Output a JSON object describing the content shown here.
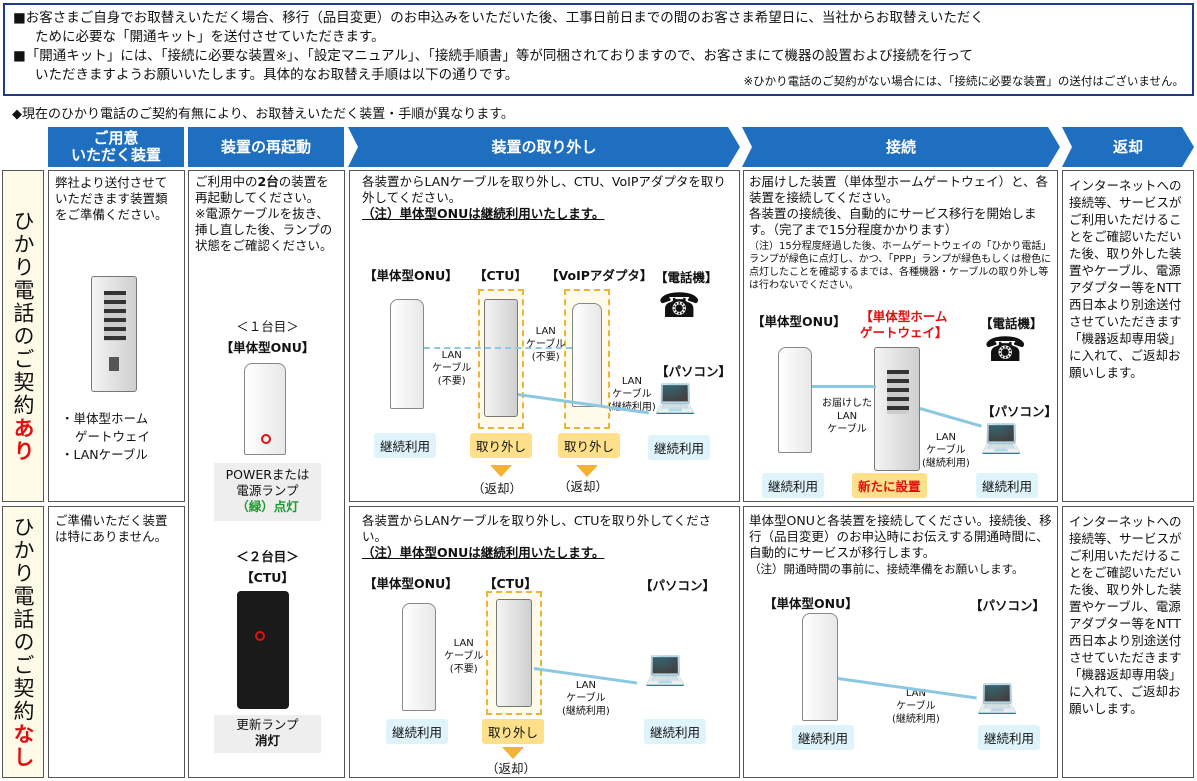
{
  "notice": {
    "line1a": "■お客さまご自身でお取替えいただく場合、移行（品目変更）のお申込みをいただいた後、工事日前日までの間のお客さま希望日に、当社からお取替えいただく",
    "line1b": "ために必要な「開通キット」を送付させていただきます。",
    "line2a": "■「開通キット」には、「接続に必要な装置※」、「設定マニュアル」、「接続手順書」等が同梱されておりますので、お客さまにて機器の設置および接続を行って",
    "line2b": "いただきますようお願いいたします。具体的なお取替え手順は以下の通りです。",
    "note": "※ひかり電話のご契約がない場合には、「接続に必要な装置」の送付はございません。"
  },
  "intro": "◆現在のひかり電話のご契約有無により、お取替えいただく装置・手順が異なります。",
  "headers": {
    "prepare": "ご用意\nいただく装置",
    "restart": "装置の再起動",
    "remove": "装置の取り外し",
    "connect": "接続",
    "return": "返却"
  },
  "rows": {
    "with": {
      "label_a": "ひかり電話のご契約",
      "label_b": "あり"
    },
    "without": {
      "label_a": "ひかり電話のご契約",
      "label_b": "なし"
    }
  },
  "prepare_with": {
    "text": "弊社より送付させていただきます装置類をご準備ください。",
    "item1": "・単体型ホーム",
    "item1b": "ゲートウェイ",
    "item2": "・LANケーブル"
  },
  "prepare_without": {
    "text": "ご準備いただく装置は特にありません。"
  },
  "restart": {
    "text1": "ご利用中の",
    "text1b": "2台",
    "text1c": "の装置を再起動してください。",
    "text2": "※電源ケーブルを抜き、挿し直した後、ランプの状態をご確認ください。",
    "first_label": "＜１台目＞",
    "first_dev": "【単体型ONU】",
    "first_lamp1": "POWERまたは",
    "first_lamp2": "電源ランプ",
    "first_lamp3": "（緑）点灯",
    "second_label": "＜２台目＞",
    "second_dev": "【CTU】",
    "second_lamp1": "更新ランプ",
    "second_lamp2": "消灯"
  },
  "remove_with": {
    "text1": "各装置からLANケーブルを取り外し、CTU、VoIPアダプタを取り外してください。",
    "text2": "（注）単体型ONUは継続利用いたします。",
    "onu": "【単体型ONU】",
    "ctu": "【CTU】",
    "voip": "【VoIPアダプタ】",
    "phone": "【電話機】",
    "pc": "【パソコン】",
    "lan1": "LAN\nケーブル\n(不要)",
    "lan2": "LAN\nケーブル\n(不要)",
    "lan3": "LAN\nケーブル\n(継続利用)",
    "keep": "継続利用",
    "keep2": "継続利用",
    "rm1": "取り外し",
    "rm2": "取り外し",
    "ret1": "（返却）",
    "ret2": "（返却）"
  },
  "remove_without": {
    "text1": "各装置からLANケーブルを取り外し、CTUを取り外してください。",
    "text2": "（注）単体型ONUは継続利用いたします。",
    "onu": "【単体型ONU】",
    "ctu": "【CTU】",
    "pc": "【パソコン】",
    "lan1": "LAN\nケーブル\n(不要)",
    "lan2": "LAN\nケーブル\n(継続利用)",
    "keep": "継続利用",
    "keep2": "継続利用",
    "rm": "取り外し",
    "ret": "（返却）"
  },
  "connect_with": {
    "text1": "お届けした装置（単体型ホームゲートウェイ）と、各装置を接続してください。",
    "text2": "各装置の接続後、自動的にサービス移行を開始します。（完了まで15分程度かかります）",
    "note": "（注）15分程度経過した後、ホームゲートウェイの「ひかり電話」ランプが緑色に点灯し、かつ、「PPP」ランプが緑色もしくは橙色に点灯したことを確認するまでは、各種機器・ケーブルの取り外し等は行わないでください。",
    "onu": "【単体型ONU】",
    "hgw": "【単体型ホーム\nゲートウェイ】",
    "phone": "【電話機】",
    "pc": "【パソコン】",
    "lan1": "お届けした\nLAN\nケーブル",
    "lan2": "LAN\nケーブル\n(継続利用)",
    "keep": "継続利用",
    "new": "新たに設置",
    "keep2": "継続利用"
  },
  "connect_without": {
    "text1": "単体型ONUと各装置を接続してください。接続後、移行（品目変更）のお申込時にお伝えする開通時間に、自動的にサービスが移行します。",
    "note": "（注）開通時間の事前に、接続準備をお願いします。",
    "onu": "【単体型ONU】",
    "pc": "【パソコン】",
    "lan": "LAN\nケーブル\n(継続利用)",
    "keep": "継続利用",
    "keep2": "継続利用"
  },
  "return_text": "インターネットへの接続等、サービスがご利用いただけることをご確認いただいた後、取り外した装置やケーブル、電源アダプター等をNTT西日本より別途送付させていただきます「機器返却専用袋」に入れて、ご返却お願いします。",
  "colors": {
    "header": "#1f6fc0",
    "accent": "#e01010",
    "highlight": "#ffe08a",
    "keep": "#dff3fb"
  }
}
